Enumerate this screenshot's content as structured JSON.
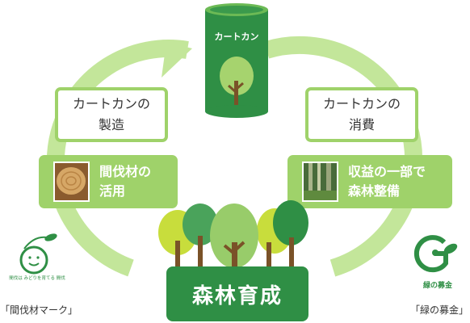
{
  "colors": {
    "cycle_green": "#c3e69a",
    "box_border": "#9fd26a",
    "dark_green": "#2f8f45",
    "brown": "#7a5228"
  },
  "can": {
    "label": "カートカン"
  },
  "left_top_box": {
    "label": "カートカンの\n製造"
  },
  "right_top_box": {
    "label": "カートカンの\n消費"
  },
  "left_mid_box": {
    "label": "間伐材の\n活用"
  },
  "right_mid_box": {
    "label": "収益の一部で\n森林整備"
  },
  "forest_box": {
    "label": "森林育成"
  },
  "thinning_mark": {
    "arc_text": "間伐は みどりを育てる 間伐",
    "caption": "「間伐材マーク」",
    "icon": "smiley-leaf-icon"
  },
  "green_fund_mark": {
    "caption": "「緑の募金」",
    "badge_text": "緑の募金",
    "icon": "g-leaf-icon"
  }
}
